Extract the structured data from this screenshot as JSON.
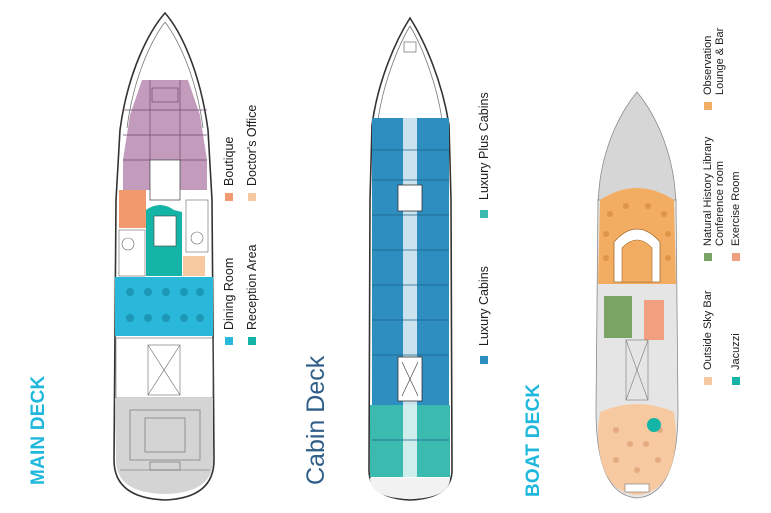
{
  "colors": {
    "title_cyan": "#1fb8dc",
    "cabin_title": "#2f5f88",
    "dining": "#2ab8da",
    "reception": "#14b4a6",
    "boutique": "#f29a6e",
    "doctor": "#f7c9a1",
    "luxury_plus": "#3bbab0",
    "luxury": "#2f8ec0",
    "observation": "#f3ad62",
    "library": "#7aa463",
    "exercise": "#f0a07e",
    "sky_bar": "#f7c9a1",
    "jacuzzi": "#14b4a6",
    "hull_grey": "#d4d4d4",
    "main_pink": "#b98bb2"
  },
  "main_deck": {
    "title": "MAIN DECK",
    "legend": [
      {
        "label": "Boutique",
        "color": "#f29a6e"
      },
      {
        "label": "Doctor's Office",
        "color": "#f7c9a1"
      },
      {
        "label": "Dining Room",
        "color": "#2ab8da"
      },
      {
        "label": "Reception Area",
        "color": "#14b4a6"
      }
    ]
  },
  "cabin_deck": {
    "title": "Cabin Deck",
    "legend": [
      {
        "label": "Luxury Plus Cabins",
        "color": "#3bbab0"
      },
      {
        "label": "Luxury Cabins",
        "color": "#2f8ec0"
      }
    ]
  },
  "boat_deck": {
    "title": "BOAT DECK",
    "legend": [
      {
        "label": "Observation Lounge & Bar",
        "color": "#f3ad62"
      },
      {
        "label": "Natural History Library Conference room",
        "color": "#7aa463"
      },
      {
        "label": "Exercise Room",
        "color": "#f0a07e"
      },
      {
        "label": "Outside Sky Bar",
        "color": "#f7c9a1"
      },
      {
        "label": "Jacuzzi",
        "color": "#14b4a6"
      }
    ]
  }
}
